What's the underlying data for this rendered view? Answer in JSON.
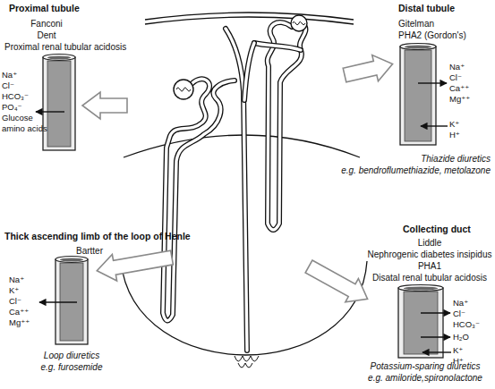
{
  "diagram": {
    "nodes": [
      {
        "text": [
          "Proximal tubule",
          "Fanconi",
          "Dent",
          "Proximal renal tubular acidosis",
          "Na⁺",
          "Cl⁻",
          "HCO₃⁻",
          "PO₄⁻",
          "Glucose",
          "amino acids"
        ]
      },
      {
        "text": [
          "Distal tubule",
          "Gitelman",
          "PHA2 (Gordon's)",
          "Na⁺",
          "Cl⁻",
          "Ca⁺⁺",
          "Mg⁺⁺",
          "K⁺",
          "H⁺",
          "Thiazide diuretics",
          "e.g. bendroflumethiazide, metolazone"
        ]
      },
      {
        "text": [
          "Thick ascending limb of the loop of Henle",
          "Bartter",
          "Na⁺",
          "K⁺",
          "Cl⁻",
          "Ca⁺⁺",
          "Mg⁺⁺",
          "Loop diuretics",
          "e.g. furosemide"
        ]
      },
      {
        "text": [
          "Collecting duct",
          "Liddle",
          "Nephrogenic diabetes insipidus",
          "PHA1",
          "Disatal renal tubular acidosis",
          "Na⁺",
          "Cl⁻",
          "HCO₃⁻",
          "H₂O",
          "K⁺",
          "H⁺",
          "Potassium-sparing diuretics",
          "e.g. amiloride,spironolactone"
        ]
      }
    ]
  }
}
